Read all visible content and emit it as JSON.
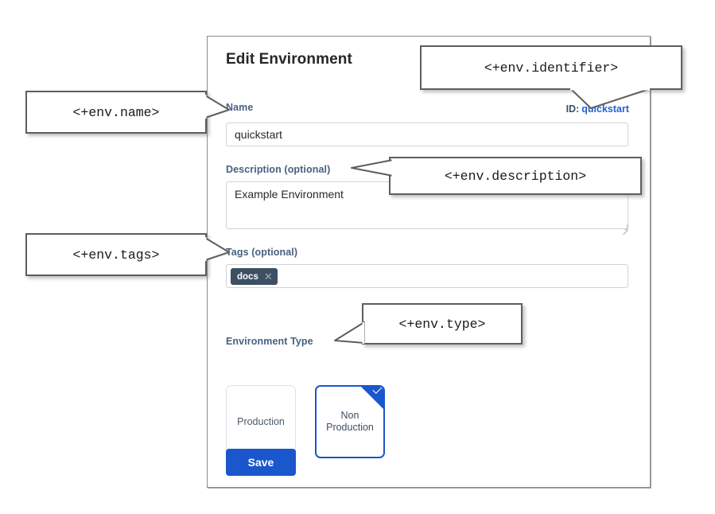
{
  "dialog": {
    "title": "Edit Environment",
    "identifier": {
      "key": "ID:",
      "value": "quickstart"
    },
    "fields": {
      "name": {
        "label": "Name",
        "value": "quickstart",
        "placeholder": ""
      },
      "description": {
        "label": "Description (optional)",
        "value": "Example Environment",
        "placeholder": ""
      },
      "tags": {
        "label": "Tags (optional)",
        "chips": [
          {
            "text": "docs",
            "remove_icon": "close-icon"
          }
        ],
        "placeholder": ""
      },
      "environment_type": {
        "label": "Environment Type",
        "options": [
          {
            "label": "Production",
            "selected": false
          },
          {
            "label": "Non\nProduction",
            "line1": "Non",
            "line2": "Production",
            "selected": true
          }
        ]
      }
    },
    "save_label": "Save"
  },
  "callouts": [
    {
      "id": "name",
      "text": "<+env.name>"
    },
    {
      "id": "identifier",
      "text": "<+env.identifier>"
    },
    {
      "id": "description",
      "text": "<+env.description>"
    },
    {
      "id": "tags",
      "text": "<+env.tags>"
    },
    {
      "id": "type",
      "text": "<+env.type>"
    }
  ],
  "colors": {
    "accent_blue": "#1a56cc",
    "link_blue": "#1f62d6",
    "label_slate": "#486080",
    "chip_dark": "#3c4f63",
    "callout_border": "#5e5e5e"
  }
}
